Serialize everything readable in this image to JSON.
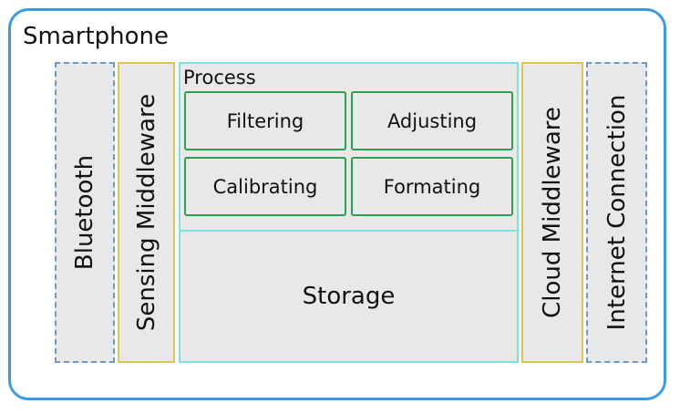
{
  "smartphone": {
    "title": "Smartphone"
  },
  "bluetooth": {
    "label": "Bluetooth"
  },
  "sensing_middleware": {
    "label": "Sensing Middleware"
  },
  "process": {
    "title": "Process",
    "steps": [
      "Filtering",
      "Adjusting",
      "Calibrating",
      "Formating"
    ]
  },
  "storage": {
    "label": "Storage"
  },
  "cloud_middleware": {
    "label": "Cloud Middleware"
  },
  "internet_connection": {
    "label": "Internet Connection"
  },
  "colors": {
    "frame": "#3a9ae6",
    "box_fill": "#e8e8e8",
    "dashed_border": "#6f98c3",
    "middleware_border": "#d6cb4a",
    "process_border": "#7fe0e0",
    "step_border": "#2aa14e"
  }
}
